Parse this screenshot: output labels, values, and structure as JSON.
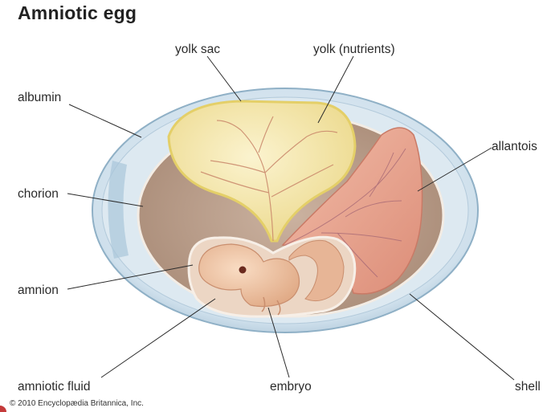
{
  "title": "Amniotic egg",
  "labels": {
    "yolk_sac": "yolk sac",
    "yolk": "yolk (nutrients)",
    "albumin": "albumin",
    "allantois": "allantois",
    "chorion": "chorion",
    "amnion": "amnion",
    "amniotic_fluid": "amniotic fluid",
    "embryo": "embryo",
    "shell": "shell"
  },
  "credit": "© 2010 Encyclopædia Britannica, Inc.",
  "colors": {
    "shell": "#c9dce8",
    "albumin": "#dceaf2",
    "chorion_fill": "#b79a86",
    "yolk": "#f6eab0",
    "allantois": "#e9a48f",
    "embryo": "#f1c6a4",
    "amniotic_fluid": "#ead2c0"
  }
}
